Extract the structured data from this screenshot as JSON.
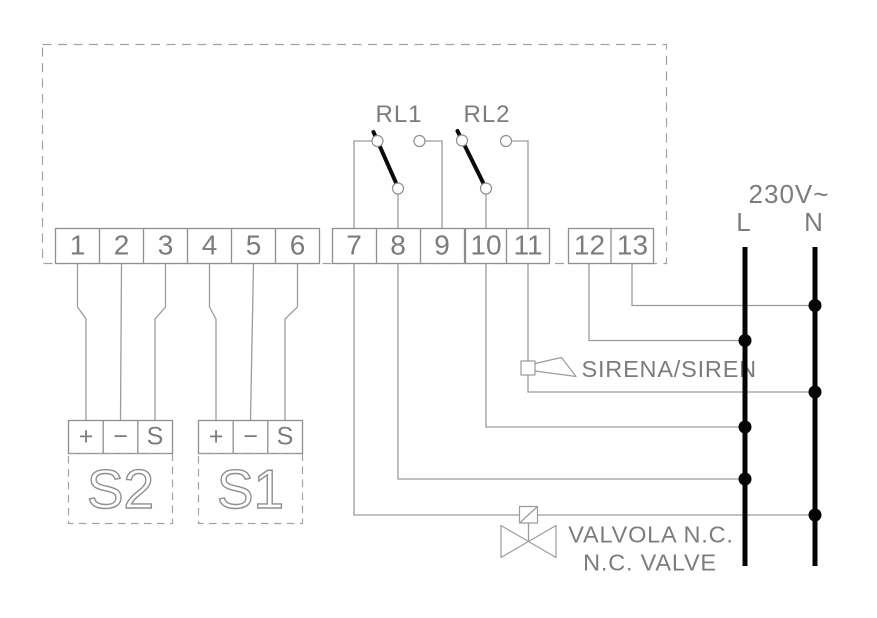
{
  "labels": {
    "voltage": "230V~",
    "line": "L",
    "neutral": "N",
    "relay1": "RL1",
    "relay2": "RL2",
    "siren": "SIRENA/SIREN",
    "valve_line1": "VALVOLA N.C.",
    "valve_line2": "N.C. VALVE"
  },
  "terminals": [
    "1",
    "2",
    "3",
    "4",
    "5",
    "6",
    "7",
    "8",
    "9",
    "10",
    "11",
    "12",
    "13"
  ],
  "sensors": {
    "s1": {
      "name": "S1",
      "plus": "+",
      "minus": "−",
      "signal": "S"
    },
    "s2": {
      "name": "S2",
      "plus": "+",
      "minus": "−",
      "signal": "S"
    }
  },
  "colors": {
    "wire": "#9c9c9c",
    "text": "#7c7c7c",
    "power_line": "#050505",
    "background": "#ffffff"
  }
}
